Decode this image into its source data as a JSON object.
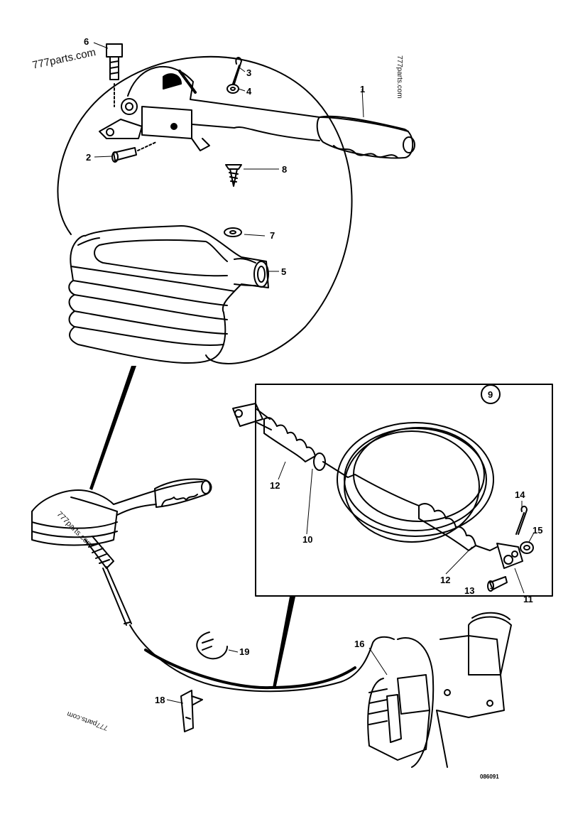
{
  "watermarks": {
    "top_left": "777parts.com",
    "top_right": "777parts.com",
    "bottom_left": "777parts.com",
    "middle": "777parts.com"
  },
  "callouts": {
    "c1": "1",
    "c2": "2",
    "c3": "3",
    "c4": "4",
    "c5": "5",
    "c6": "6",
    "c7": "7",
    "c8": "8",
    "c9": "9",
    "c10": "10",
    "c11": "11",
    "c12a": "12",
    "c12b": "12",
    "c13": "13",
    "c14": "14",
    "c15": "15",
    "c16": "16",
    "c18": "18",
    "c19": "19"
  },
  "drawing_code": "086091",
  "colors": {
    "ink": "#000000",
    "paper": "#ffffff"
  }
}
